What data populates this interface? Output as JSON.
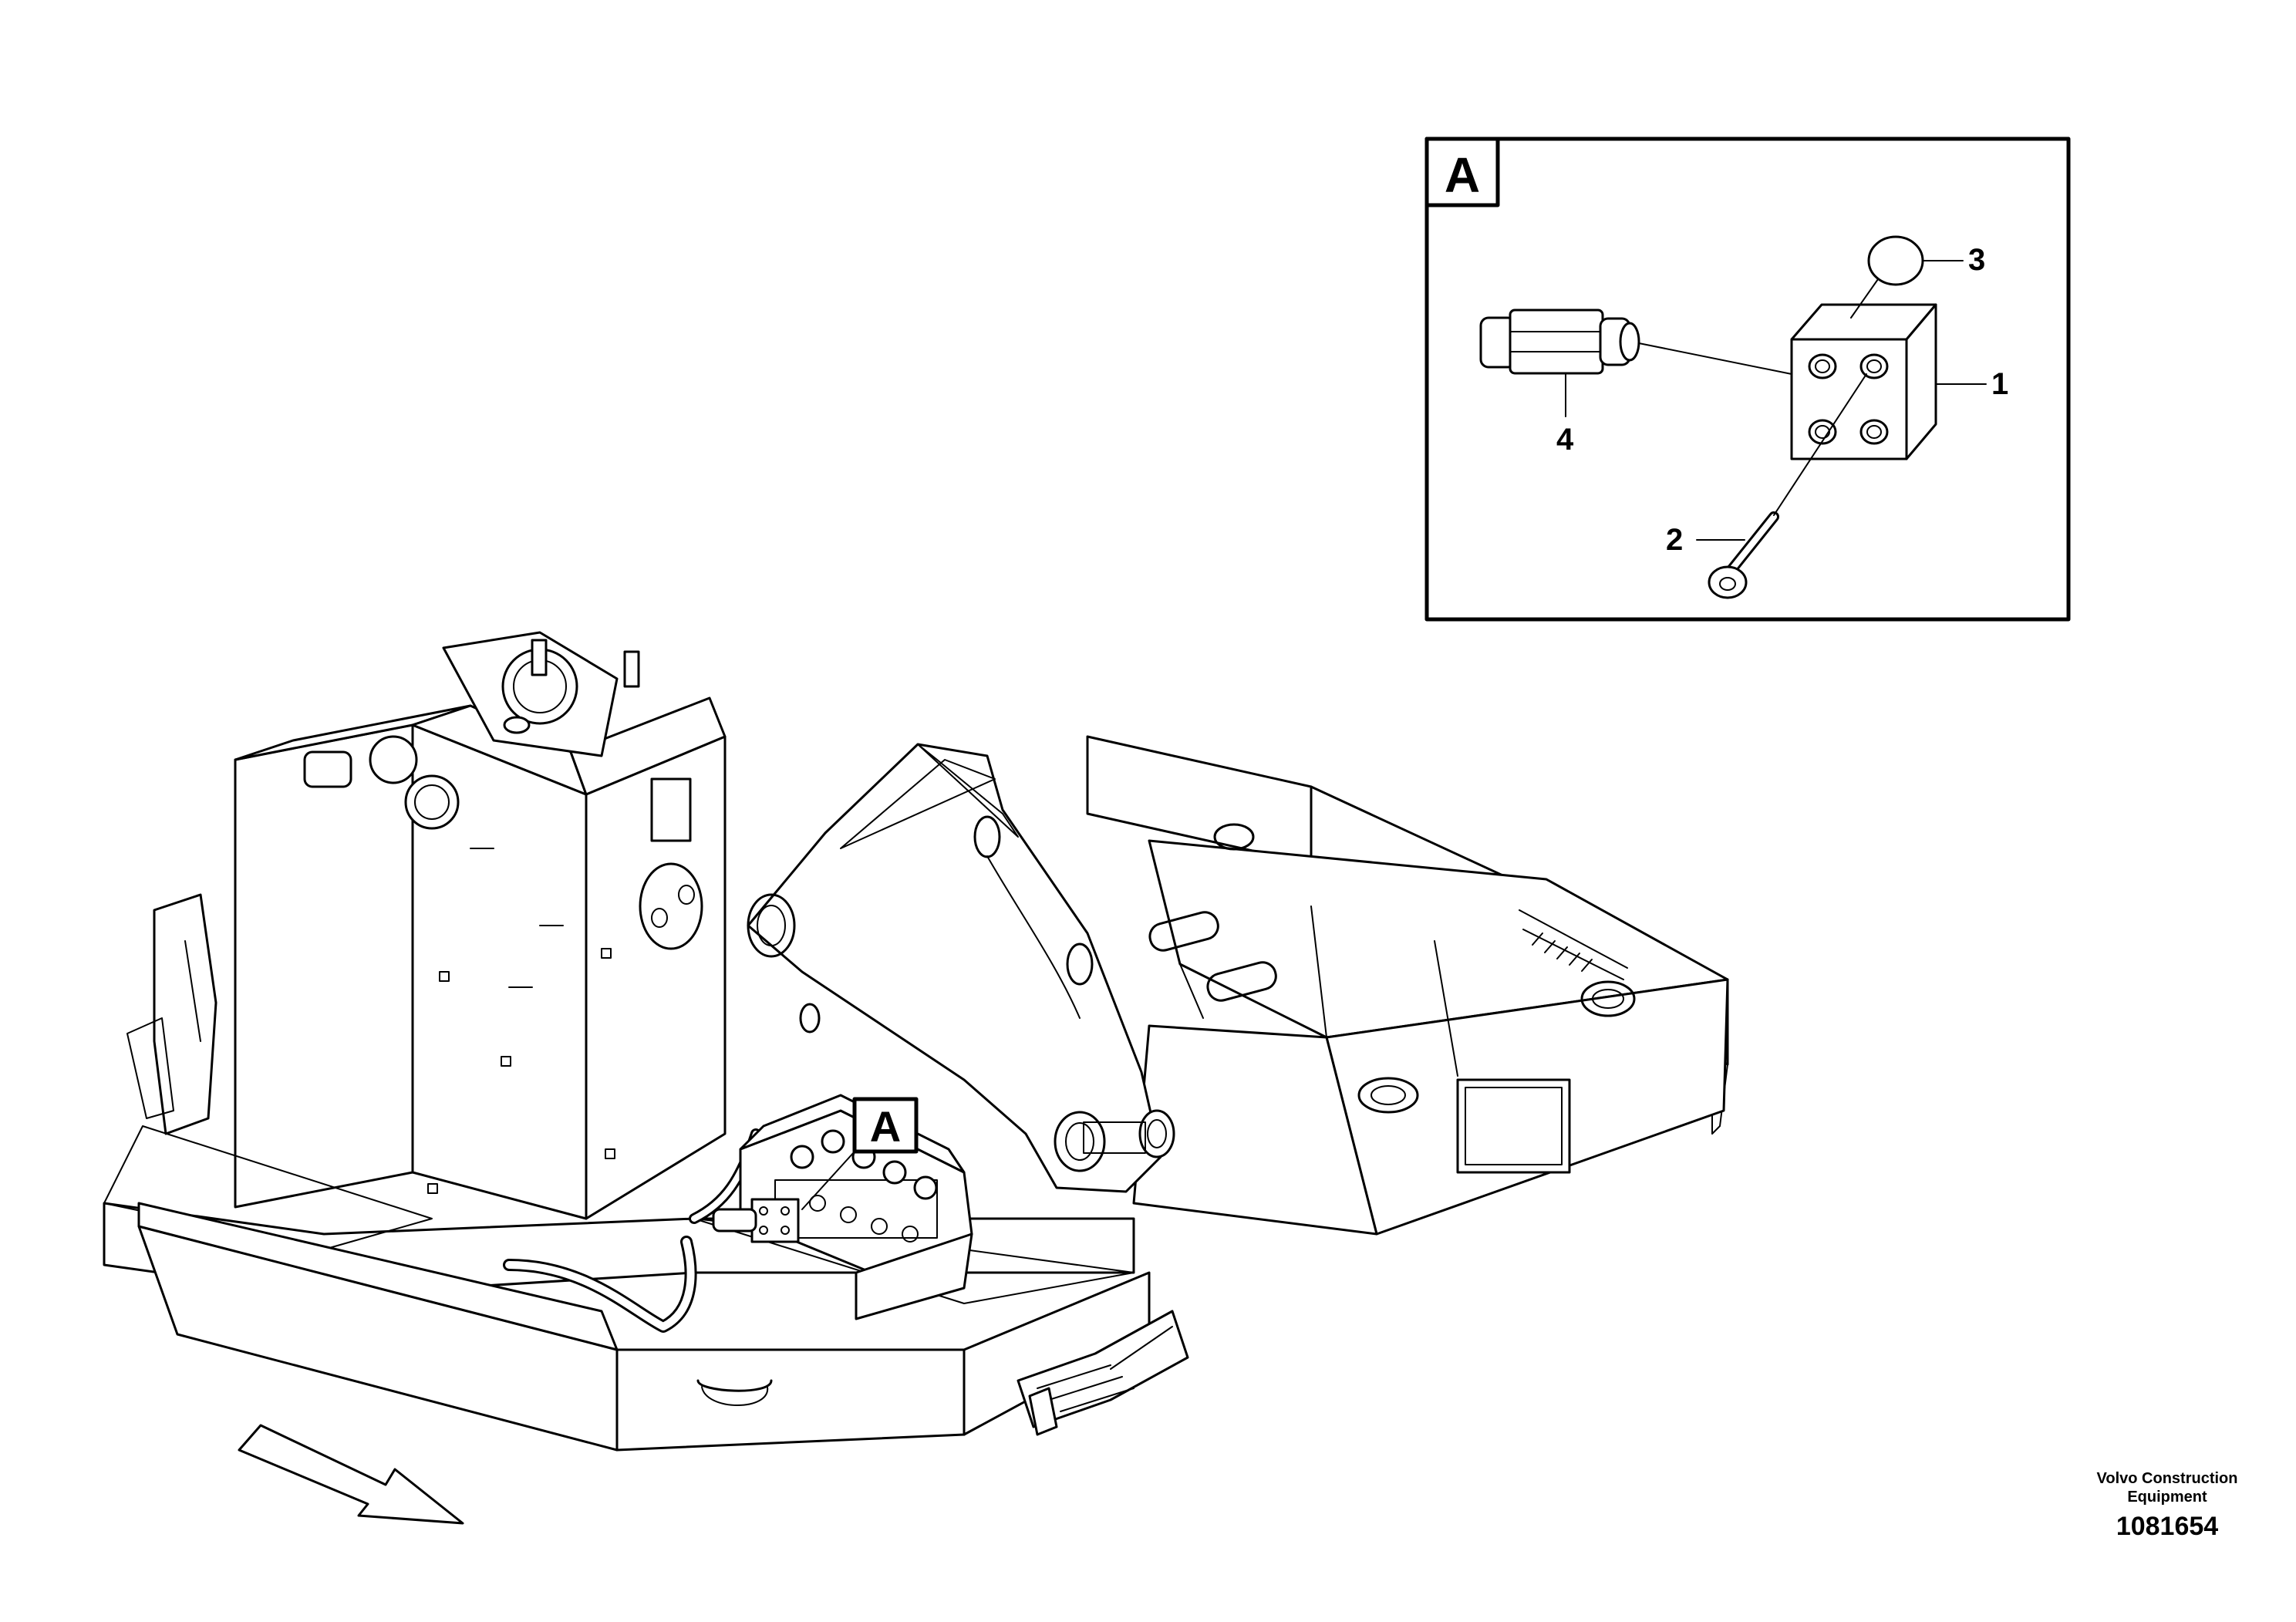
{
  "detail": {
    "label": "A",
    "callouts": [
      {
        "id": "1",
        "part": "block"
      },
      {
        "id": "2",
        "part": "screw"
      },
      {
        "id": "3",
        "part": "plug"
      },
      {
        "id": "4",
        "part": "union"
      }
    ]
  },
  "main_marker": {
    "label": "A"
  },
  "credit": {
    "line1": "Volvo Construction",
    "line2": "Equipment"
  },
  "drawing_number": "1081654",
  "icons": [
    "direction-arrow-icon"
  ]
}
